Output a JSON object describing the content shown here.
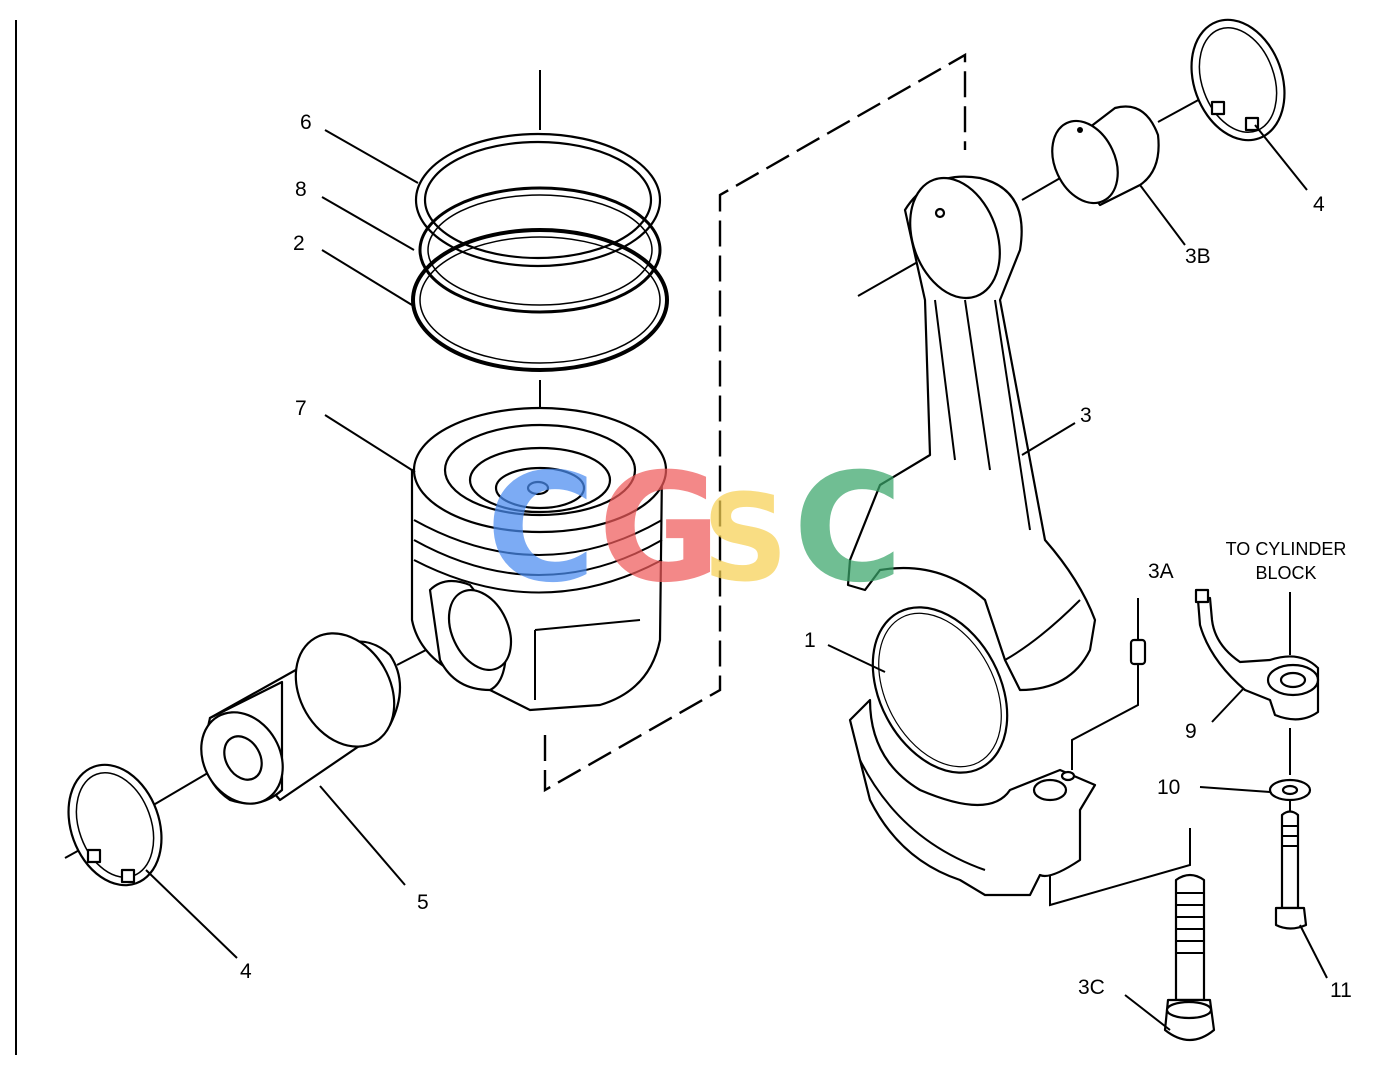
{
  "callouts": {
    "c6": "6",
    "c8": "8",
    "c2": "2",
    "c7": "7",
    "c5": "5",
    "c4_left": "4",
    "c4_right": "4",
    "c3B": "3B",
    "c3": "3",
    "c3A": "3A",
    "c1": "1",
    "c9": "9",
    "c10": "10",
    "c11": "11",
    "c3C": "3C"
  },
  "note": {
    "line1": "TO CYLINDER",
    "line2": "BLOCK"
  },
  "watermark": {
    "letters": [
      "C",
      "G",
      "S",
      "C"
    ],
    "colors": [
      "#4a8cf0",
      "#ef5b5b",
      "#f7d154",
      "#3aa66a"
    ]
  }
}
